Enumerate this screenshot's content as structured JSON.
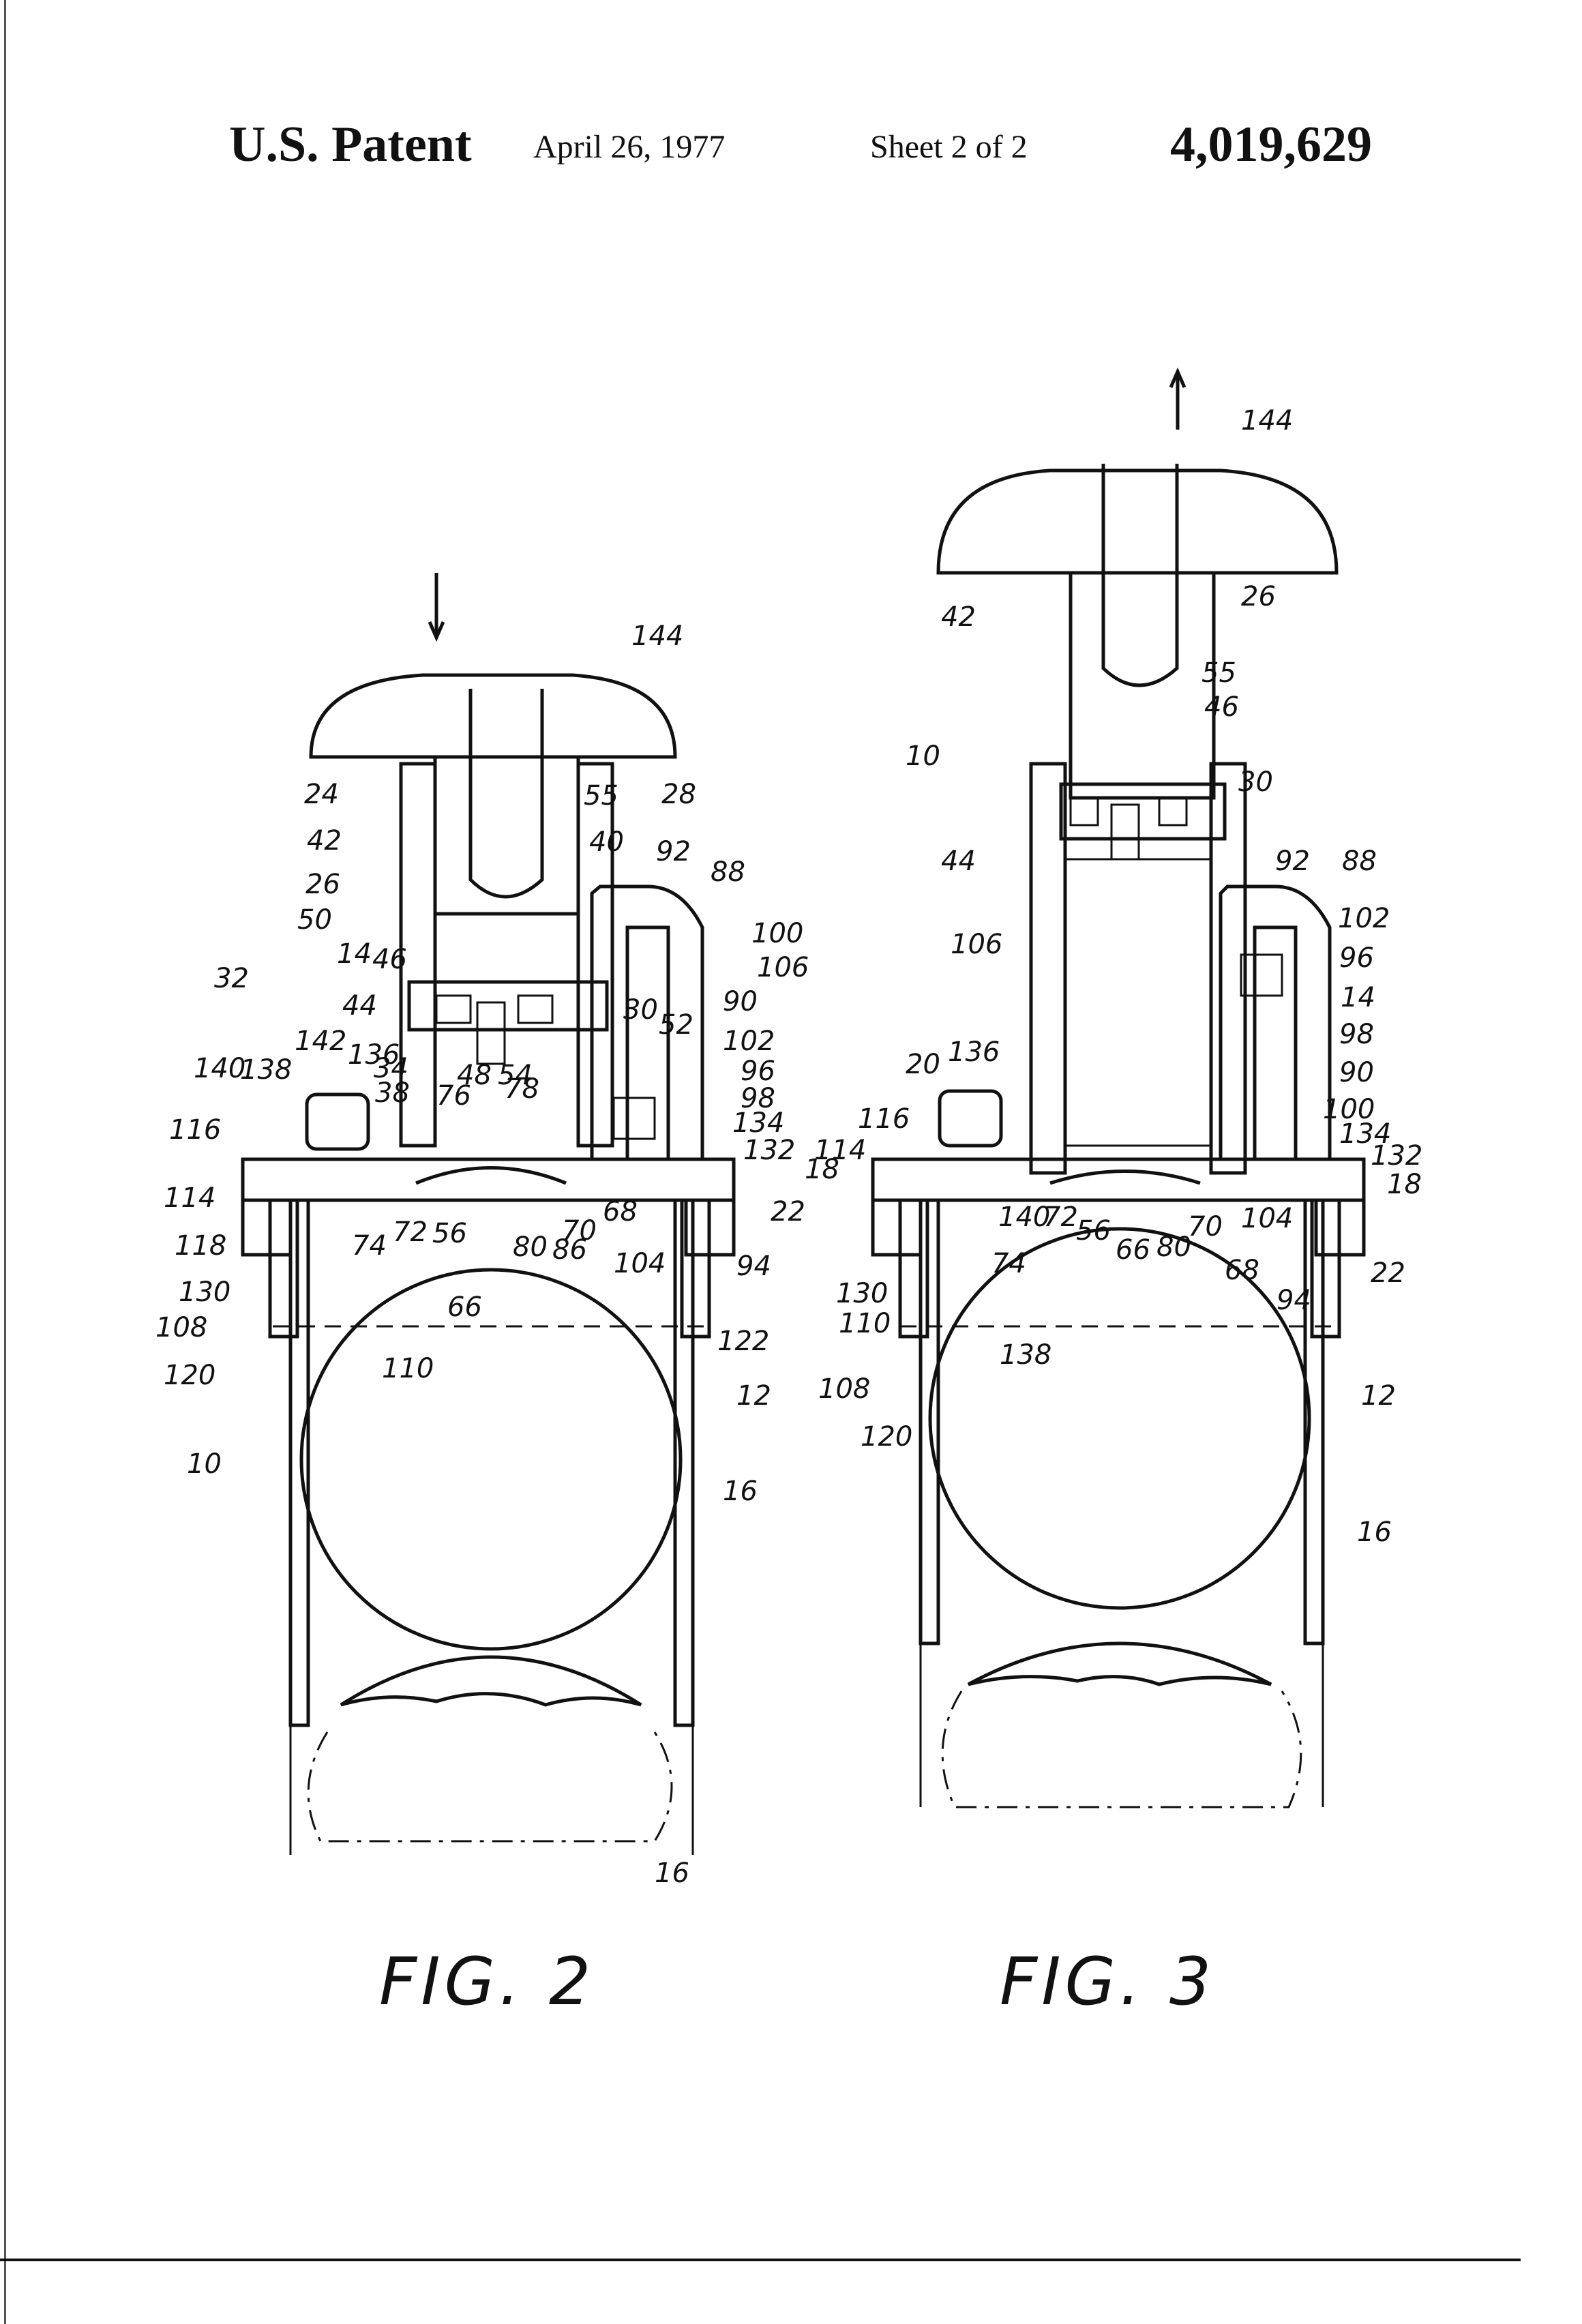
{
  "header": {
    "patent_label": "U.S. Patent",
    "date": "April 26, 1977",
    "sheet": "Sheet 2 of 2",
    "patent_number": "4,019,629"
  },
  "figures": [
    {
      "caption": "FIG. 2",
      "labels": [
        "144",
        "24",
        "42",
        "55",
        "40",
        "28",
        "92",
        "88",
        "26",
        "50",
        "100",
        "106",
        "14",
        "46",
        "32",
        "30",
        "90",
        "44",
        "52",
        "102",
        "142",
        "136",
        "34",
        "140",
        "138",
        "48",
        "54",
        "96",
        "38",
        "76",
        "78",
        "98",
        "116",
        "134",
        "132",
        "18",
        "114",
        "72",
        "56",
        "70",
        "68",
        "22",
        "118",
        "74",
        "80",
        "86",
        "104",
        "94",
        "130",
        "66",
        "108",
        "122",
        "110",
        "120",
        "12",
        "10",
        "16",
        "16"
      ]
    },
    {
      "caption": "FIG. 3",
      "labels": [
        "144",
        "42",
        "26",
        "55",
        "46",
        "30",
        "10",
        "44",
        "92",
        "88",
        "102",
        "96",
        "106",
        "14",
        "98",
        "90",
        "100",
        "20",
        "136",
        "116",
        "114",
        "134",
        "132",
        "18",
        "140",
        "72",
        "56",
        "66",
        "80",
        "70",
        "104",
        "68",
        "22",
        "74",
        "94",
        "130",
        "110",
        "138",
        "108",
        "120",
        "12",
        "16"
      ]
    }
  ],
  "colors": {
    "ink": "#111111",
    "paper": "#ffffff"
  }
}
